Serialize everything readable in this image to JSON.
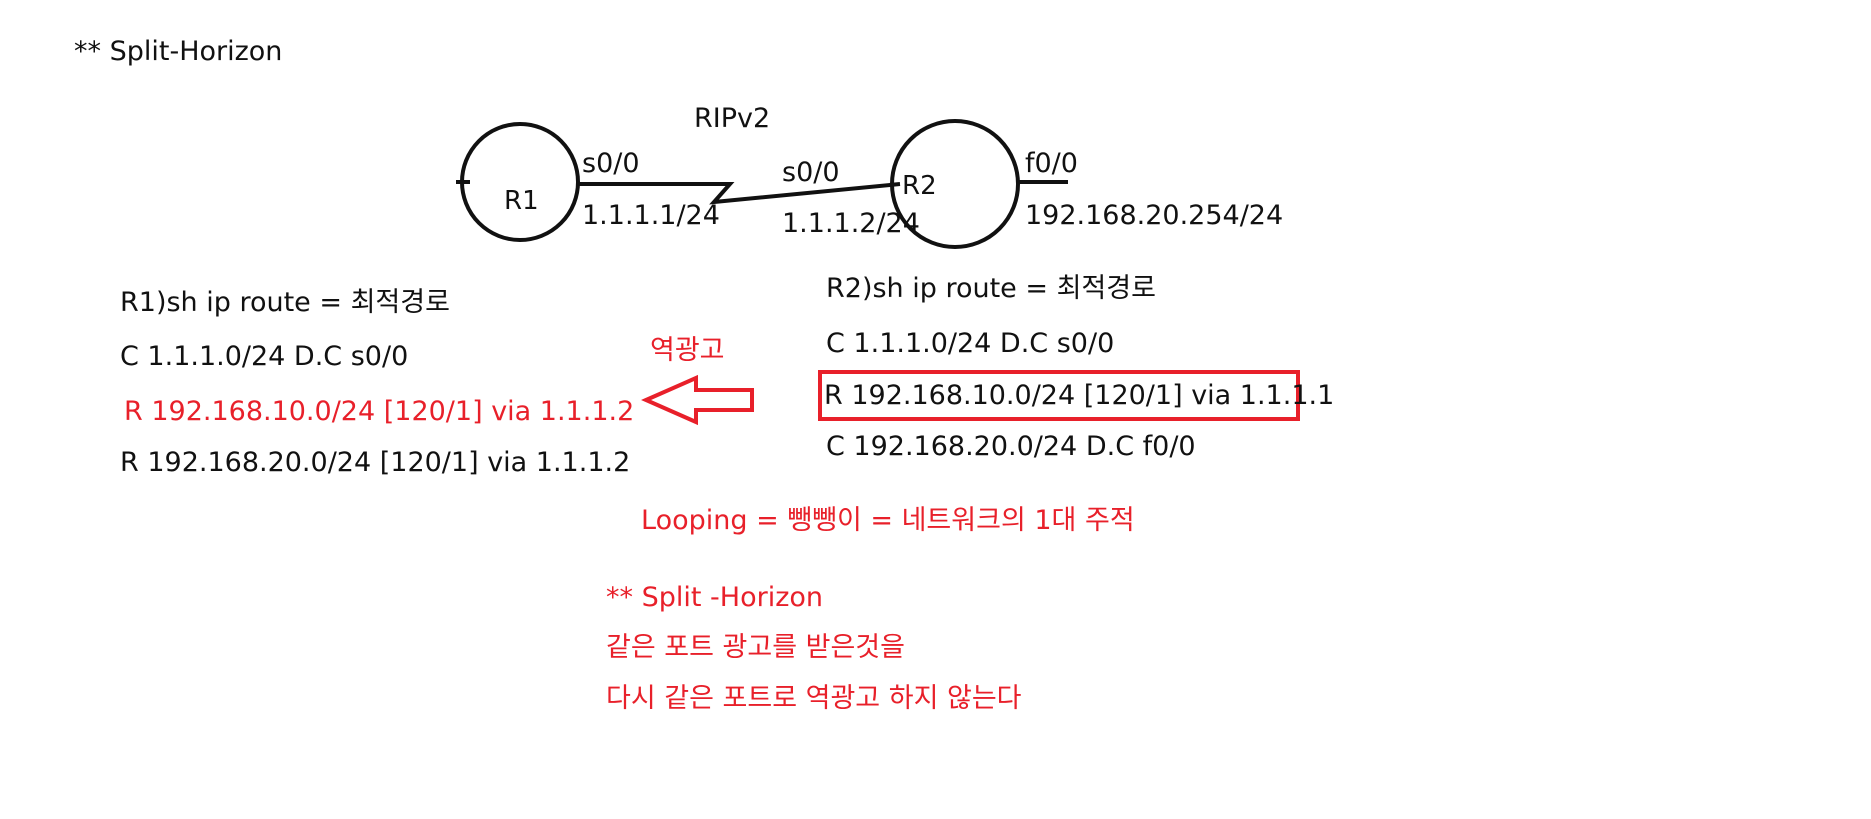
{
  "title": "** Split-Horizon",
  "topology": {
    "protocol": "RIPv2",
    "r1": {
      "name": "R1",
      "interface": "s0/0",
      "ip": "1.1.1.1/24"
    },
    "r2": {
      "name": "R2",
      "serial_interface": "s0/0",
      "serial_ip": "1.1.1.2/24",
      "lan_interface": "f0/0",
      "lan_ip": "192.168.20.254/24"
    }
  },
  "r1_table": {
    "header": "R1)sh ip route = 최적경로",
    "rows": [
      "C 1.1.1.0/24 D.C s0/0",
      "R 192.168.10.0/24 [120/1] via 1.1.1.2",
      "R 192.168.20.0/24 [120/1] via 1.1.1.2"
    ]
  },
  "r2_table": {
    "header": "R2)sh ip route = 최적경로",
    "rows": [
      "C 1.1.1.0/24 D.C s0/0",
      "R 192.168.10.0/24 [120/1] via 1.1.1.1",
      "C 192.168.20.0/24 D.C f0/0"
    ]
  },
  "reverse_advertisement_label": "역광고",
  "looping_note": "Looping = 뺑뺑이 = 네트워크의 1대 주적",
  "split_horizon_note": {
    "heading": "** Split -Horizon",
    "line1": "같은 포트 광고를 받은것을",
    "line2": "다시 같은 포트로 역광고 하지 않는다"
  },
  "colors": {
    "ink": "#111111",
    "highlight": "#e8202a"
  }
}
